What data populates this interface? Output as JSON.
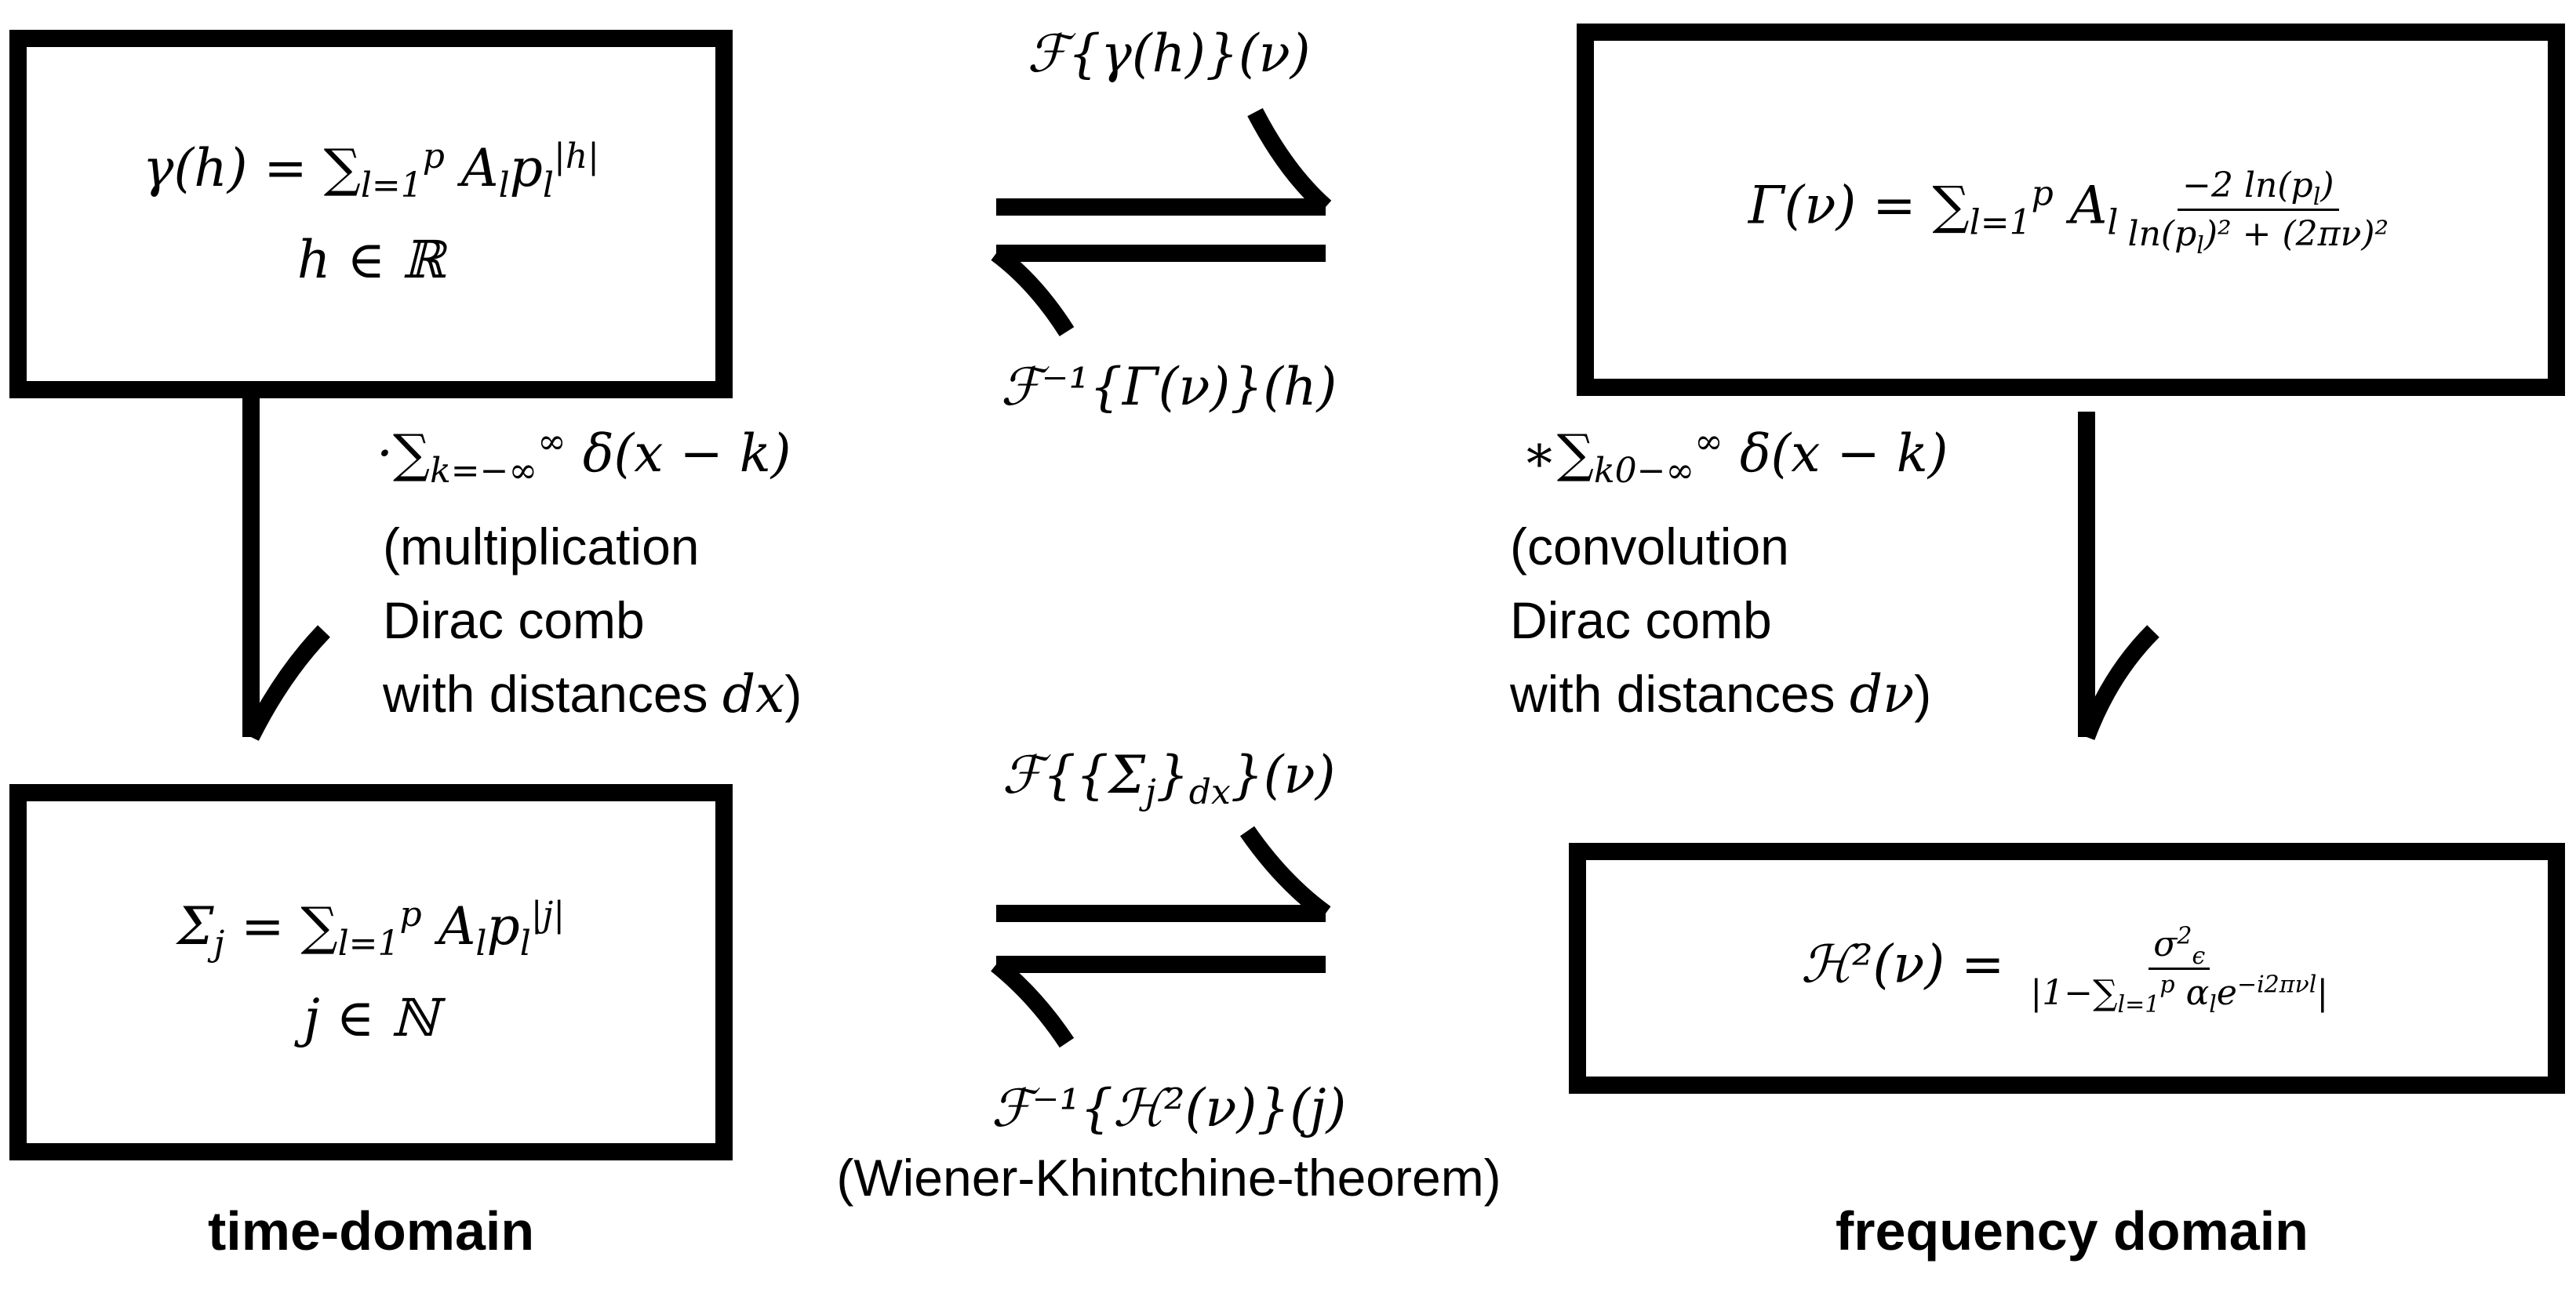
{
  "boxes": {
    "gamma": {
      "formula_lhs": "γ(h) = ∑",
      "sum_sub": "l=1",
      "sum_sup": "p",
      "formula_rest": "A",
      "A_sub": "l",
      "p_base": "p",
      "p_sub": "l",
      "p_sup": "|h|",
      "domain": "h ∈ ℝ"
    },
    "Gamma": {
      "formula_lhs": "Γ(ν) = ∑",
      "sum_sub": "l=1",
      "sum_sup": "p",
      "A": "A",
      "A_sub": "l",
      "frac_num": "−2 ln(p",
      "frac_num_sub": "l",
      "frac_num_end": ")",
      "frac_den": "ln(p",
      "frac_den_sub": "l",
      "frac_den_end": ")² + (2πν)²"
    },
    "Sigma": {
      "formula_lhs": "Σ",
      "lhs_sub": "j",
      "eq": " = ∑",
      "sum_sub": "l=1",
      "sum_sup": "p",
      "A": "A",
      "A_sub": "l",
      "p_base": "p",
      "p_sub": "l",
      "p_sup": "|j|",
      "domain": "j ∈ ℕ"
    },
    "H": {
      "formula_lhs": "ℋ²(ν) = ",
      "frac_num": "σ",
      "frac_num_sub": "ϵ",
      "frac_num_sup": "2",
      "frac_den": "|1−∑",
      "frac_den_sub": "l=1",
      "frac_den_sup": "p",
      "frac_den_rest": " α",
      "frac_den_alpha_sub": "l",
      "frac_den_e": "e",
      "frac_den_e_sup": "−i2πνl",
      "frac_den_end": "|"
    }
  },
  "labels": {
    "fourier_top": "ℱ{γ(h)}(ν)",
    "inverse_top": "ℱ⁻¹{Γ(ν)}(h)",
    "fourier_bottom": "ℱ{{Σ",
    "fourier_bottom_sub1": "j",
    "fourier_bottom_mid": "}",
    "fourier_bottom_sub2": "dx",
    "fourier_bottom_end": "}(ν)",
    "inverse_bottom": "ℱ⁻¹{ℋ²(ν)}(j)",
    "theorem": "(Wiener-Khintchine-theorem)",
    "left_op": "·∑",
    "left_op_sub": "k=−∞",
    "left_op_sup": "∞",
    "left_op_rest": "δ(x − k)",
    "left_text_1": "(multiplication",
    "left_text_2": "Dirac comb",
    "left_text_3": "with distances ",
    "left_text_var": "dx",
    "left_text_end": ")",
    "right_op": "∗∑",
    "right_op_sub": "k0−∞",
    "right_op_sup": "∞",
    "right_op_rest": "δ(x − k)",
    "right_text_1": "(convolution",
    "right_text_2": "Dirac comb",
    "right_text_3": "with distances ",
    "right_text_var": "dν",
    "right_text_end": ")",
    "time_domain": "time-domain",
    "frequency_domain": "frequency domain"
  }
}
